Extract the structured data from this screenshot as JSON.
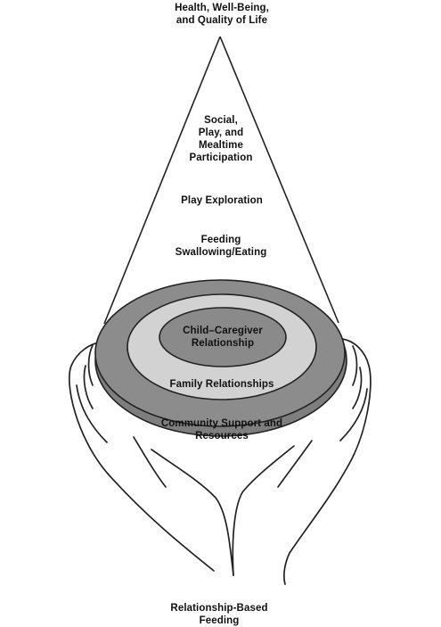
{
  "pyramid": {
    "apex": "Health, Well-Being,\nand Quality of Life",
    "participation": "Social,\nPlay, and\nMealtime\nParticipation",
    "play": "Play Exploration",
    "feeding": "Feeding\nSwallowing/Eating"
  },
  "rings": {
    "inner": "Child–Caregiver\nRelationship",
    "middle": "Family Relationships",
    "outer": "Community Support and\nResources"
  },
  "base_label": "Relationship-Based\nFeeding",
  "colors": {
    "line": "#222222",
    "outer_ring": "#8c8c8c",
    "middle_ring": "#d2d2d2",
    "inner_ring": "#8a8a8a"
  }
}
